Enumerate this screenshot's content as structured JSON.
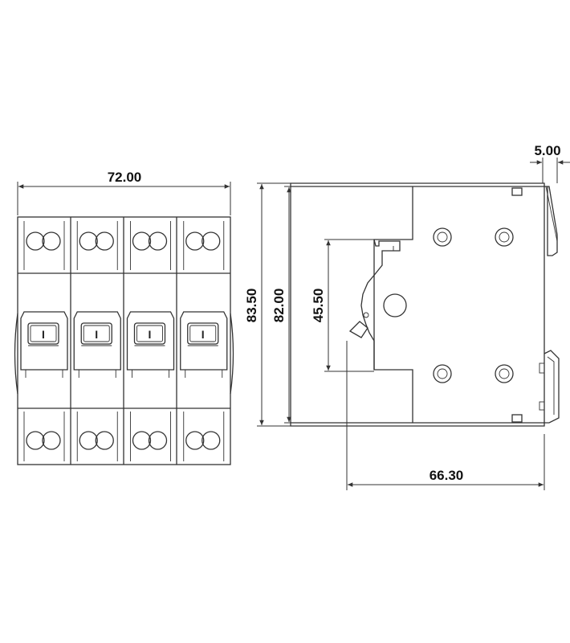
{
  "dimensions": {
    "front_width": "72.00",
    "overall_height": "83.50",
    "body_height": "82.00",
    "cover_height": "45.50",
    "depth": "66.30",
    "rail_offset": "5.00"
  },
  "toggle_symbol": "I",
  "line_color": "#333333",
  "background": "#ffffff"
}
